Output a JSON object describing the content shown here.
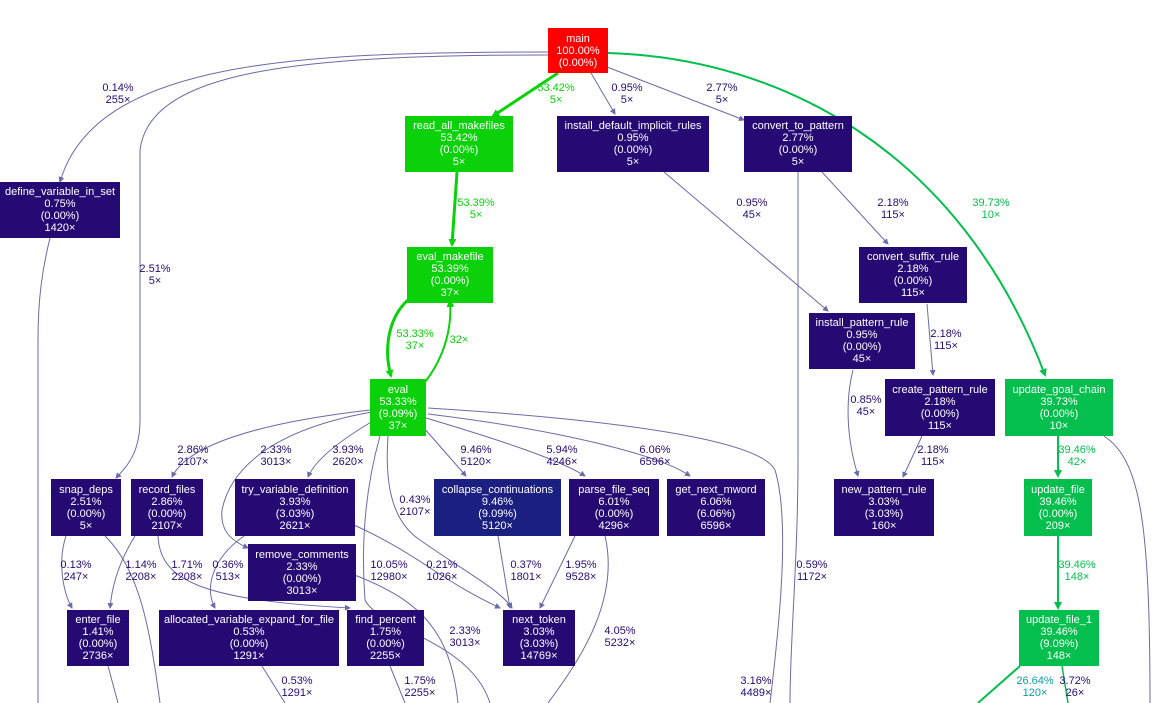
{
  "nodes": [
    {
      "id": "main",
      "name": "main",
      "pct": "100.00%",
      "self": "(0.00%)",
      "calls": "",
      "color": "#ff0000"
    },
    {
      "id": "read_all_makefiles",
      "name": "read_all_makefiles",
      "pct": "53.42%",
      "self": "(0.00%)",
      "calls": "5×",
      "color": "#0ad10a"
    },
    {
      "id": "install_default_implicit_rules",
      "name": "install_default_implicit_rules",
      "pct": "0.95%",
      "self": "(0.00%)",
      "calls": "5×",
      "color": "#260a73"
    },
    {
      "id": "convert_to_pattern",
      "name": "convert_to_pattern",
      "pct": "2.77%",
      "self": "(0.00%)",
      "calls": "5×",
      "color": "#260a73"
    },
    {
      "id": "define_variable_in_set",
      "name": "define_variable_in_set",
      "pct": "0.75%",
      "self": "(0.00%)",
      "calls": "1420×",
      "color": "#260a73"
    },
    {
      "id": "eval_makefile",
      "name": "eval_makefile",
      "pct": "53.39%",
      "self": "(0.00%)",
      "calls": "37×",
      "color": "#0ad10a"
    },
    {
      "id": "convert_suffix_rule",
      "name": "convert_suffix_rule",
      "pct": "2.18%",
      "self": "(0.00%)",
      "calls": "115×",
      "color": "#260a73"
    },
    {
      "id": "install_pattern_rule",
      "name": "install_pattern_rule",
      "pct": "0.95%",
      "self": "(0.00%)",
      "calls": "45×",
      "color": "#260a73"
    },
    {
      "id": "eval",
      "name": "eval",
      "pct": "53.33%",
      "self": "(9.09%)",
      "calls": "37×",
      "color": "#0ad10a"
    },
    {
      "id": "create_pattern_rule",
      "name": "create_pattern_rule",
      "pct": "2.18%",
      "self": "(0.00%)",
      "calls": "115×",
      "color": "#260a73"
    },
    {
      "id": "update_goal_chain",
      "name": "update_goal_chain",
      "pct": "39.73%",
      "self": "(0.00%)",
      "calls": "10×",
      "color": "#04be4d"
    },
    {
      "id": "snap_deps",
      "name": "snap_deps",
      "pct": "2.51%",
      "self": "(0.00%)",
      "calls": "5×",
      "color": "#260a73"
    },
    {
      "id": "record_files",
      "name": "record_files",
      "pct": "2.86%",
      "self": "(0.00%)",
      "calls": "2107×",
      "color": "#260a73"
    },
    {
      "id": "try_variable_definition",
      "name": "try_variable_definition",
      "pct": "3.93%",
      "self": "(3.03%)",
      "calls": "2621×",
      "color": "#260a73"
    },
    {
      "id": "collapse_continuations",
      "name": "collapse_continuations",
      "pct": "9.46%",
      "self": "(9.09%)",
      "calls": "5120×",
      "color": "#1b1f80"
    },
    {
      "id": "parse_file_seq",
      "name": "parse_file_seq",
      "pct": "6.01%",
      "self": "(0.00%)",
      "calls": "4296×",
      "color": "#260a73"
    },
    {
      "id": "get_next_mword",
      "name": "get_next_mword",
      "pct": "6.06%",
      "self": "(6.06%)",
      "calls": "6596×",
      "color": "#260a73"
    },
    {
      "id": "new_pattern_rule",
      "name": "new_pattern_rule",
      "pct": "3.03%",
      "self": "(3.03%)",
      "calls": "160×",
      "color": "#260a73"
    },
    {
      "id": "update_file",
      "name": "update_file",
      "pct": "39.46%",
      "self": "(0.00%)",
      "calls": "209×",
      "color": "#04be4d"
    },
    {
      "id": "remove_comments",
      "name": "remove_comments",
      "pct": "2.33%",
      "self": "(0.00%)",
      "calls": "3013×",
      "color": "#260a73"
    },
    {
      "id": "enter_file",
      "name": "enter_file",
      "pct": "1.41%",
      "self": "(0.00%)",
      "calls": "2736×",
      "color": "#260a73"
    },
    {
      "id": "allocated_variable_expand_for_file",
      "name": "allocated_variable_expand_for_file",
      "pct": "0.53%",
      "self": "(0.00%)",
      "calls": "1291×",
      "color": "#260a73"
    },
    {
      "id": "find_percent",
      "name": "find_percent",
      "pct": "1.75%",
      "self": "(0.00%)",
      "calls": "2255×",
      "color": "#260a73"
    },
    {
      "id": "next_token",
      "name": "next_token",
      "pct": "3.03%",
      "self": "(3.03%)",
      "calls": "14769×",
      "color": "#260a73"
    },
    {
      "id": "update_file_1",
      "name": "update_file_1",
      "pct": "39.46%",
      "self": "(9.09%)",
      "calls": "148×",
      "color": "#04be4d"
    }
  ],
  "edges": [
    {
      "from": "main",
      "to": "read_all_makefiles",
      "pct": "53.42%",
      "calls": "5×",
      "color": "#0ad10a"
    },
    {
      "from": "main",
      "to": "install_default_implicit_rules",
      "pct": "0.95%",
      "calls": "5×",
      "color": "#260a73"
    },
    {
      "from": "main",
      "to": "convert_to_pattern",
      "pct": "2.77%",
      "calls": "5×",
      "color": "#260a73"
    },
    {
      "from": "main",
      "to": "define_variable_in_set",
      "pct": "0.14%",
      "calls": "255×",
      "color": "#260a73"
    },
    {
      "from": "main",
      "to": "snap_deps",
      "pct": "2.51%",
      "calls": "5×",
      "color": "#260a73"
    },
    {
      "from": "main",
      "to": "update_goal_chain",
      "pct": "39.73%",
      "calls": "10×",
      "color": "#04be4d"
    },
    {
      "from": "read_all_makefiles",
      "to": "eval_makefile",
      "pct": "53.39%",
      "calls": "5×",
      "color": "#0ad10a"
    },
    {
      "from": "eval_makefile",
      "to": "eval",
      "pct": "53.33%",
      "calls": "37×",
      "color": "#0ad10a"
    },
    {
      "from": "eval",
      "to": "eval_makefile",
      "pct": "",
      "calls": "32×",
      "color": "#0ad10a"
    },
    {
      "from": "install_default_implicit_rules",
      "to": "install_pattern_rule",
      "pct": "0.95%",
      "calls": "45×",
      "color": "#260a73"
    },
    {
      "from": "convert_to_pattern",
      "to": "convert_suffix_rule",
      "pct": "2.18%",
      "calls": "115×",
      "color": "#260a73"
    },
    {
      "from": "convert_suffix_rule",
      "to": "create_pattern_rule",
      "pct": "2.18%",
      "calls": "115×",
      "color": "#260a73"
    },
    {
      "from": "install_pattern_rule",
      "to": "new_pattern_rule",
      "pct": "0.85%",
      "calls": "45×",
      "color": "#260a73"
    },
    {
      "from": "create_pattern_rule",
      "to": "new_pattern_rule",
      "pct": "2.18%",
      "calls": "115×",
      "color": "#260a73"
    },
    {
      "from": "convert_to_pattern",
      "to": "off-bottom",
      "pct": "0.59%",
      "calls": "1172×",
      "color": "#260a73"
    },
    {
      "from": "eval",
      "to": "record_files",
      "pct": "2.86%",
      "calls": "2107×",
      "color": "#260a73"
    },
    {
      "from": "eval",
      "to": "remove_comments",
      "pct": "2.33%",
      "calls": "3013×",
      "color": "#260a73"
    },
    {
      "from": "eval",
      "to": "try_variable_definition",
      "pct": "3.93%",
      "calls": "2620×",
      "color": "#260a73"
    },
    {
      "from": "eval",
      "to": "collapse_continuations",
      "pct": "9.46%",
      "calls": "5120×",
      "color": "#260a73"
    },
    {
      "from": "eval",
      "to": "parse_file_seq",
      "pct": "5.94%",
      "calls": "4246×",
      "color": "#260a73"
    },
    {
      "from": "eval",
      "to": "get_next_mword",
      "pct": "6.06%",
      "calls": "6596×",
      "color": "#260a73"
    },
    {
      "from": "eval",
      "to": "next_token",
      "pct": "0.43%",
      "calls": "2107×",
      "color": "#260a73"
    },
    {
      "from": "eval",
      "to": "off-bottom",
      "pct": "3.16%",
      "calls": "4489×",
      "color": "#260a73"
    },
    {
      "from": "update_goal_chain",
      "to": "update_file",
      "pct": "39.46%",
      "calls": "42×",
      "color": "#04be4d"
    },
    {
      "from": "update_file",
      "to": "update_file_1",
      "pct": "39.46%",
      "calls": "148×",
      "color": "#04be4d"
    },
    {
      "from": "snap_deps",
      "to": "enter_file",
      "pct": "0.13%",
      "calls": "247×",
      "color": "#260a73"
    },
    {
      "from": "record_files",
      "to": "enter_file",
      "pct": "1.14%",
      "calls": "2208×",
      "color": "#260a73"
    },
    {
      "from": "record_files",
      "to": "find_percent",
      "pct": "1.71%",
      "calls": "2208×",
      "color": "#260a73"
    },
    {
      "from": "try_variable_definition",
      "to": "allocated_variable_expand_for_file",
      "pct": "0.36%",
      "calls": "513×",
      "color": "#260a73"
    },
    {
      "from": "try_variable_definition",
      "to": "next_token",
      "pct": "0.21%",
      "calls": "1026×",
      "color": "#260a73"
    },
    {
      "from": "eval",
      "to": "next_token",
      "pct": "10.05%",
      "calls": "12980×",
      "color": "#260a73"
    },
    {
      "from": "collapse_continuations",
      "to": "next_token",
      "pct": "0.37%",
      "calls": "1801×",
      "color": "#260a73"
    },
    {
      "from": "parse_file_seq",
      "to": "next_token",
      "pct": "1.95%",
      "calls": "9528×",
      "color": "#260a73"
    },
    {
      "from": "parse_file_seq",
      "to": "off-bottom",
      "pct": "4.05%",
      "calls": "5232×",
      "color": "#260a73"
    },
    {
      "from": "remove_comments",
      "to": "off-bottom",
      "pct": "2.33%",
      "calls": "3013×",
      "color": "#260a73"
    },
    {
      "from": "allocated_variable_expand_for_file",
      "to": "off-bottom",
      "pct": "0.53%",
      "calls": "1291×",
      "color": "#260a73"
    },
    {
      "from": "find_percent",
      "to": "off-bottom",
      "pct": "1.75%",
      "calls": "2255×",
      "color": "#260a73"
    },
    {
      "from": "update_file_1",
      "to": "off-bottom",
      "pct": "26.64%",
      "calls": "120×",
      "color": "#04be4d"
    },
    {
      "from": "update_file_1",
      "to": "off-bottom",
      "pct": "3.72%",
      "calls": "26×",
      "color": "#04be4d"
    }
  ],
  "colors": {
    "hot": "#ff0000",
    "green": "#0ad10a",
    "teal_green": "#04be4d",
    "cold": "#260a73",
    "navy": "#1b1f80",
    "teal_label": "#0aa0a0",
    "edge_default": "#7b7bb0"
  }
}
